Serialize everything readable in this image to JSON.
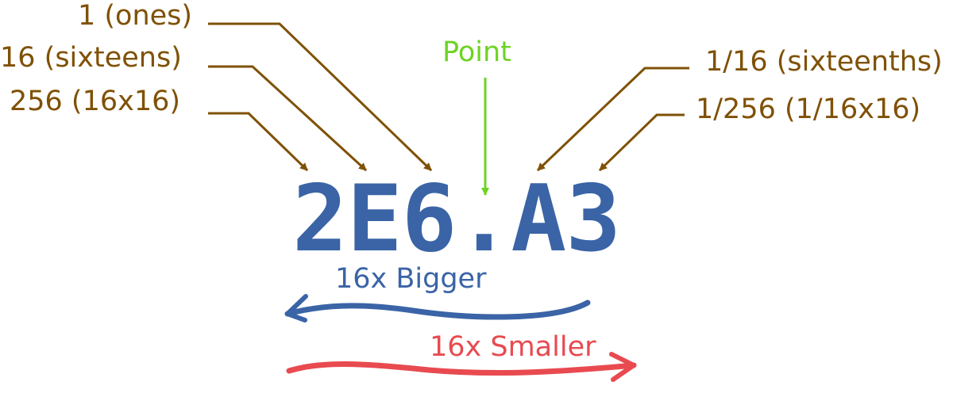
{
  "places": {
    "ones": "1 (ones)",
    "sixteens": "16 (sixteens)",
    "two_fifty_six": "256 (16x16)",
    "sixteenths": "1/16 (sixteenths)",
    "two_fifty_sixths": "1/256 (1/16x16)"
  },
  "point_label": "Point",
  "hex_number": "2E6.A3",
  "direction": {
    "bigger": "16x Bigger",
    "smaller": "16x Smaller"
  },
  "colors": {
    "place_label": "#7f5106",
    "point": "#6ed323",
    "number": "#3a64a6",
    "bigger": "#3a64a6",
    "smaller": "#e84a50"
  }
}
